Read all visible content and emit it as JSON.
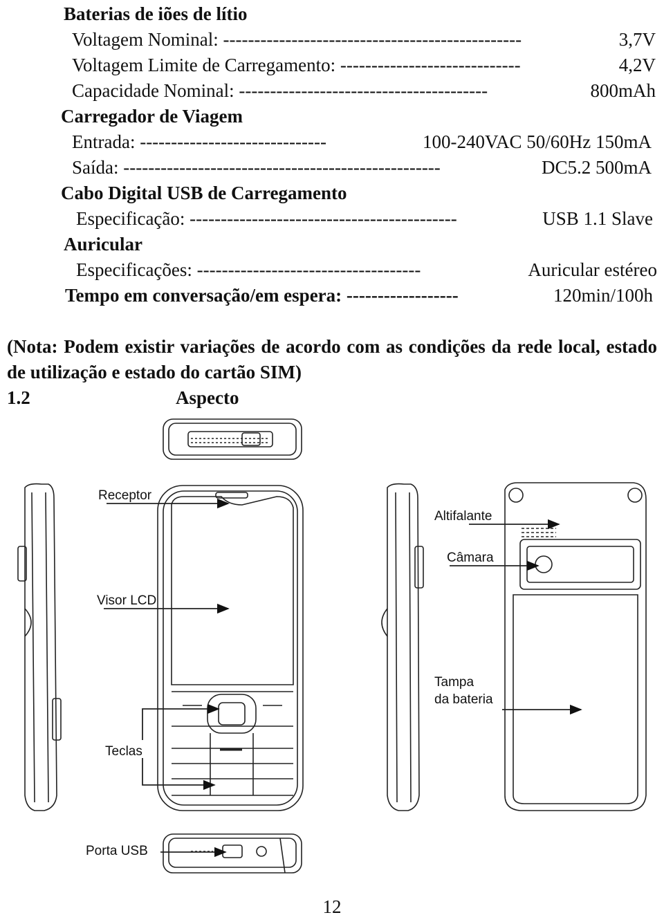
{
  "sections": {
    "battery_title": "Baterias de iões de lítio",
    "battery_rows": [
      {
        "label": "Voltagem Nominal: ------------------------------------------------",
        "value": "3,7V"
      },
      {
        "label": "Voltagem Limite de Carregamento: -----------------------------",
        "value": "4,2V"
      },
      {
        "label": "Capacidade Nominal: ----------------------------------------",
        "value": "800mAh"
      }
    ],
    "charger_title": "Carregador de Viagem",
    "charger_rows": [
      {
        "label": "Entrada: ------------------------------",
        "value": "100-240VAC 50/60Hz  150mA"
      },
      {
        "label": "Saída: ---------------------------------------------------",
        "value": "DC5.2  500mA"
      }
    ],
    "usb_title": "Cabo Digital USB de Carregamento",
    "usb_rows": [
      {
        "label": "Especificação: -------------------------------------------",
        "value": "USB 1.1 Slave"
      }
    ],
    "earphone_title": "Auricular",
    "earphone_rows": [
      {
        "label": "Especificações: ------------------------------------",
        "value": "Auricular estéreo"
      }
    ],
    "talk_label": "Tempo em conversação/em espera: ------------------",
    "talk_value": "120min/100h"
  },
  "note": "(Nota: Podem existir variações de acordo com as condições da rede local, estado de utilização e estado do cartão SIM)",
  "heading": {
    "number": "1.2",
    "title": "Aspecto"
  },
  "figure_labels": {
    "receptor": "Receptor",
    "visor": "Visor LCD",
    "teclas": "Teclas",
    "porta_usb": "Porta USB",
    "altifalante": "Altifalante",
    "camara": "Câmara",
    "tampa_1": "Tampa",
    "tampa_2": "da bateria"
  },
  "page_number": "12"
}
